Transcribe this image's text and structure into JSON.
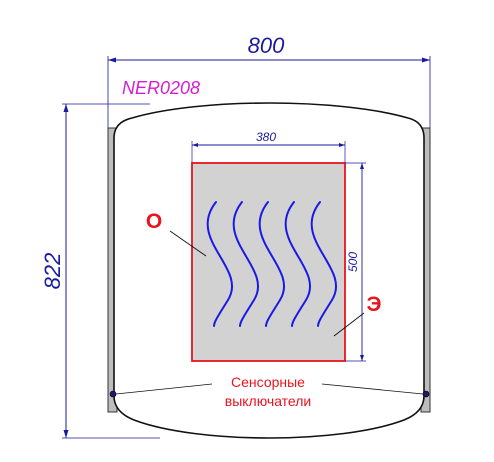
{
  "dimensions": {
    "overall_width": "800",
    "overall_height": "822",
    "heater_width": "380",
    "heater_height": "500"
  },
  "model_code": "NER0208",
  "markers": {
    "left": "О",
    "right": "Э"
  },
  "touch_switch_label": {
    "line1": "Сенсорные",
    "line2": "выключатели"
  },
  "colors": {
    "dimension_lines": "#1a1aa0",
    "model_code": "#d21fd2",
    "markers": "#e8141e",
    "heater_border": "#e8141e",
    "heater_fill": "#d2d2d2",
    "heat_waves": "#1a1ae6",
    "mirror_outline": "#111111",
    "side_bars": "#bdbdbd"
  },
  "icons": {
    "heat_waves": "heat-waves-icon",
    "touch_switch": "touch-switch-icon"
  }
}
